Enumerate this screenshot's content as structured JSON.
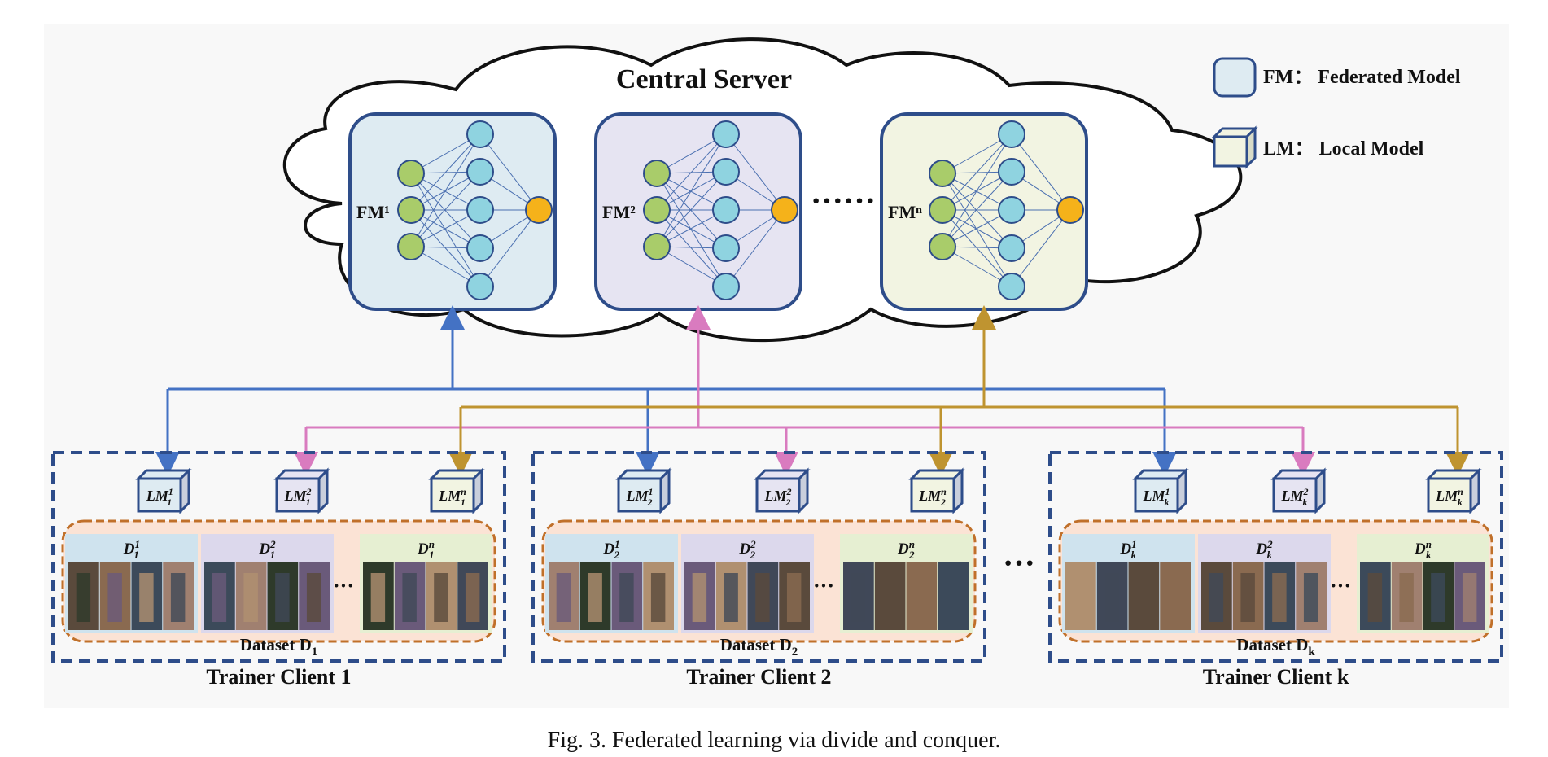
{
  "server": {
    "title": "Central Server"
  },
  "legend": {
    "fm_label": "FM：  Federated Model",
    "lm_label": "LM：  Local Model"
  },
  "federated_models": [
    {
      "label": "FM¹",
      "fill": "#deebf2"
    },
    {
      "label": "FM²",
      "fill": "#e6e4f2"
    },
    {
      "label": "FMⁿ",
      "fill": "#f2f4e2"
    }
  ],
  "fm_ellipsis": "······",
  "clients": [
    {
      "title": "Trainer Client 1",
      "dataset_prefix": "Dataset D",
      "dataset_sub": "1",
      "local_models": [
        {
          "base": "LM",
          "sub": "1",
          "sup": "1"
        },
        {
          "base": "LM",
          "sub": "1",
          "sup": "2"
        },
        {
          "base": "LM",
          "sub": "1",
          "sup": "n"
        }
      ],
      "partitions": [
        {
          "base": "D",
          "sub": "1",
          "sup": "1"
        },
        {
          "base": "D",
          "sub": "1",
          "sup": "2"
        },
        {
          "base": "D",
          "sub": "1",
          "sup": "n"
        }
      ]
    },
    {
      "title": "Trainer Client 2",
      "dataset_prefix": "Dataset D",
      "dataset_sub": "2",
      "local_models": [
        {
          "base": "LM",
          "sub": "2",
          "sup": "1"
        },
        {
          "base": "LM",
          "sub": "2",
          "sup": "2"
        },
        {
          "base": "LM",
          "sub": "2",
          "sup": "n"
        }
      ],
      "partitions": [
        {
          "base": "D",
          "sub": "2",
          "sup": "1"
        },
        {
          "base": "D",
          "sub": "2",
          "sup": "2"
        },
        {
          "base": "D",
          "sub": "2",
          "sup": "n"
        }
      ]
    },
    {
      "title": "Trainer Client k",
      "dataset_prefix": "Dataset D",
      "dataset_sub": "k",
      "local_models": [
        {
          "base": "LM",
          "sub": "k",
          "sup": "1"
        },
        {
          "base": "LM",
          "sub": "k",
          "sup": "2"
        },
        {
          "base": "LM",
          "sub": "k",
          "sup": "n"
        }
      ],
      "partitions": [
        {
          "base": "D",
          "sub": "k",
          "sup": "1"
        },
        {
          "base": "D",
          "sub": "k",
          "sup": "2"
        },
        {
          "base": "D",
          "sub": "k",
          "sup": "n"
        }
      ]
    }
  ],
  "partition_ellipsis": "···",
  "client_ellipsis": "···",
  "caption": "Fig. 3.  Federated learning via divide and conquer.",
  "colors": {
    "fm1_line": "#4472c4",
    "fm2_line": "#d97bbf",
    "fmn_line": "#bf9430",
    "box_border": "#2e4d8a",
    "input_node": "#a9cc6a",
    "hidden_node": "#8fd3e0",
    "output_node": "#f5b21a",
    "dataset_border": "#c0702a",
    "dataset_fill": "#fbe3d5",
    "client_border": "#2e4d8a"
  }
}
